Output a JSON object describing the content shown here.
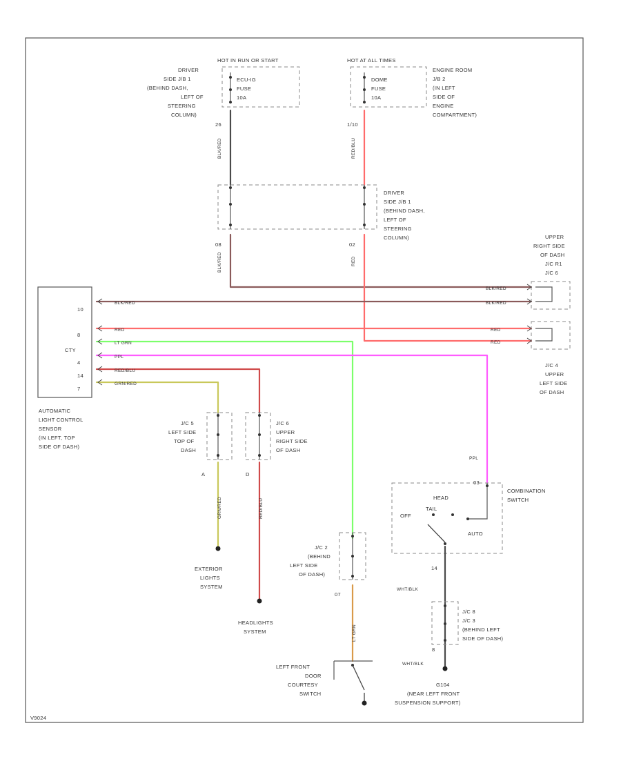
{
  "diagram": {
    "fuses": {
      "left_header": "HOT IN RUN OR START",
      "left_fuse": [
        "ECU-IG",
        "FUSE",
        "10A"
      ],
      "left_jb": [
        "DRIVER",
        "SIDE J/B 1",
        "(BEHIND DASH,",
        "LEFT OF",
        "STEERING",
        "COLUMN)"
      ],
      "right_header": "HOT AT ALL TIMES",
      "right_fuse": [
        "DOME",
        "FUSE",
        "10A"
      ],
      "right_jb": [
        "ENGINE ROOM",
        "J/B 2",
        "(IN LEFT",
        "SIDE OF",
        "ENGINE",
        "COMPARTMENT)"
      ]
    },
    "pins": {
      "left_fuse_out": "26",
      "right_fuse_out": "1/10",
      "jb1_left_out": "08",
      "jb1_right_out": "02",
      "sensor_pins": [
        "10",
        "8",
        "CTY",
        "4",
        "14",
        "7"
      ],
      "jc5_pin": "A",
      "jc6_pin": "D",
      "jc2_pin": "07",
      "switch_pin_top": "03",
      "switch_pin_bottom": "14",
      "jc8_pin": "8"
    },
    "wire_colors": {
      "left_down": "BLK/RED",
      "right_down": "RED/BLU",
      "jb1_left_down": "BLK/RED",
      "jb1_right_down": "RED",
      "sensor_blk_red": "BLK/RED",
      "sensor_red": "RED",
      "sensor_lt_grn": "LT GRN",
      "sensor_ppl": "PPL",
      "sensor_red_blu": "RED/BLU",
      "sensor_grn_red": "GRN/RED",
      "right_blk_red_1": "BLK/RED",
      "right_blk_red_2": "BLK/RED",
      "right_red_1": "RED",
      "right_red_2": "RED",
      "ext_down": "GRN/RED",
      "head_down": "RED/BLU",
      "door_down": "LT GRN",
      "ppl_label": "PPL",
      "switch_down": "WHT/BLK",
      "ground_label": "WHT/BLK"
    },
    "components": {
      "jb1_mid": [
        "DRIVER",
        "SIDE J/B 1",
        "(BEHIND DASH,",
        "LEFT OF",
        "STEERING",
        "COLUMN)"
      ],
      "jc_r1": [
        "UPPER",
        "RIGHT SIDE",
        "OF DASH",
        "J/C R1",
        "J/C 6"
      ],
      "jc_r2": [
        "J/C 4",
        "UPPER",
        "LEFT SIDE",
        "OF DASH"
      ],
      "sensor": [
        "AUTOMATIC",
        "LIGHT CONTROL",
        "SENSOR",
        "(IN LEFT, TOP",
        "SIDE OF DASH)"
      ],
      "jc5": [
        "J/C 5",
        "LEFT SIDE",
        "TOP OF",
        "DASH"
      ],
      "jc6": [
        "J/C 6",
        "UPPER",
        "RIGHT SIDE",
        "OF DASH"
      ],
      "exterior": [
        "EXTERIOR",
        "LIGHTS",
        "SYSTEM"
      ],
      "headlights": [
        "HEADLIGHTS",
        "SYSTEM"
      ],
      "jc2": [
        "J/C 2",
        "(BEHIND",
        "LEFT SIDE",
        "OF DASH)"
      ],
      "door_switch": [
        "LEFT FRONT",
        "DOOR",
        "COURTESY",
        "SWITCH"
      ],
      "combo_switch": [
        "COMBINATION",
        "SWITCH"
      ],
      "switch_labels": {
        "head": "HEAD",
        "off": "OFF",
        "tail": "TAIL",
        "auto": "AUTO"
      },
      "jc8": [
        "J/C 8",
        "J/C 3",
        "(BEHIND LEFT",
        "SIDE OF DASH)"
      ],
      "ground": [
        "G104",
        "(NEAR LEFT FRONT",
        "SUSPENSION SUPPORT)"
      ]
    },
    "footer_code": "V9024",
    "colors": {
      "black_red": "#8a5a5a",
      "red": "#ff6b6b",
      "lt_grn": "#7cff6b",
      "ppl": "#ff5cff",
      "red_blu": "#d04a4a",
      "grn_red": "#c9c85a",
      "wht_blk": "#555555"
    }
  }
}
